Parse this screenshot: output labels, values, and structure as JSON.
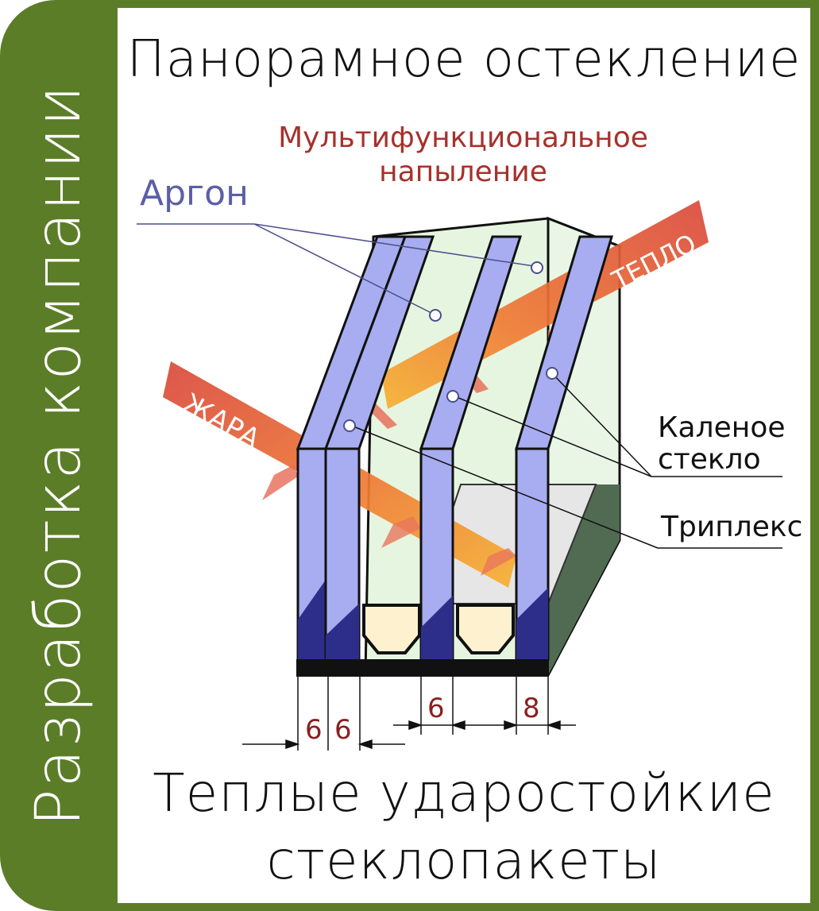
{
  "side_label": "Разработка компании",
  "title": "Панорамное остекление",
  "coating_label_line1": "Мультифункциональное",
  "coating_label_line2": "напыление",
  "argon_label": "Аргон",
  "tempered_label_line1": "Каленое",
  "tempered_label_line2": "стекло",
  "triplex_label": "Триплекс",
  "heat_in_label": "ЖАРА",
  "warmth_label": "ТЕПЛО",
  "dimensions": [
    "6",
    "6",
    "6",
    "8"
  ],
  "bottom_title_line1": "Теплые ударостойкие",
  "bottom_title_line2": "стеклопакеты",
  "colors": {
    "frame": "#5b7d28",
    "glass": "#a7adf0",
    "glass_dark": "#2d2e8a",
    "gas_fill": "#e6f5df",
    "arrow_red": "#d9483b",
    "arrow_orange": "#f2a12a",
    "coating_text": "#a7312c",
    "argon_text": "#5b5fa8",
    "dimension_text": "#8b1f1f"
  }
}
